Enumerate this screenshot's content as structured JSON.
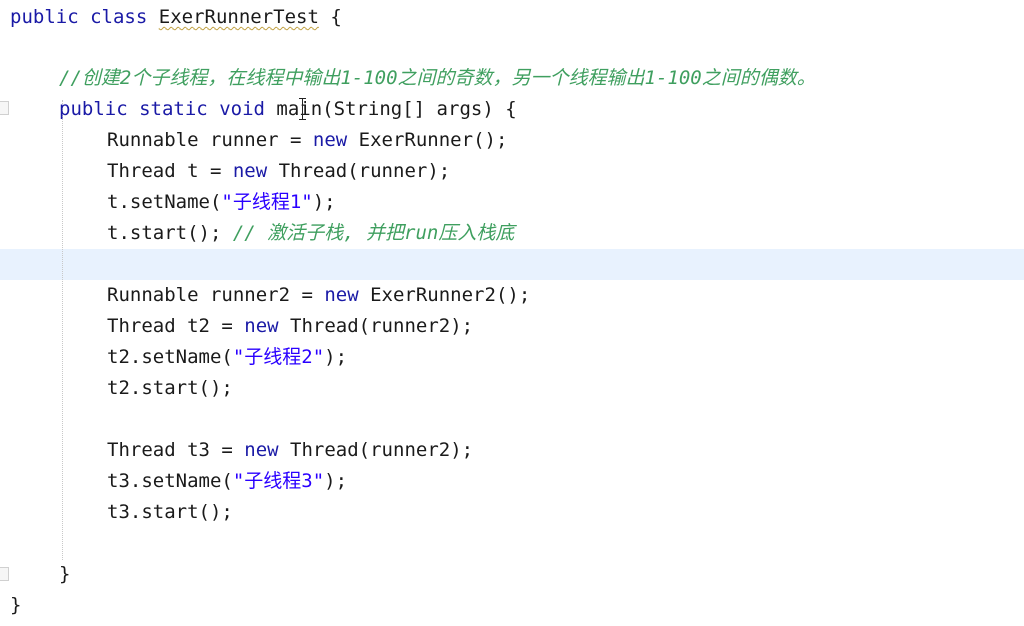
{
  "editor": {
    "lines": {
      "l1": {
        "kw1": "public",
        "kw2": "class",
        "name": "ExerRunnerTest",
        "brace": "{"
      },
      "comment_main": "//创建2个子线程，在线程中输出1-100之间的奇数，另一个线程输出1-100之间的偶数。",
      "main_sig": {
        "kw1": "public",
        "kw2": "static",
        "kw3": "void",
        "name": "main",
        "rest": "(String[] args) {"
      },
      "l4": {
        "a": "Runnable runner = ",
        "kw": "new",
        "b": " ExerRunner();"
      },
      "l5": {
        "a": "Thread t = ",
        "kw": "new",
        "b": " Thread(runner);"
      },
      "l6": {
        "a": "t.setName(",
        "str": "\"子线程1\"",
        "b": ");"
      },
      "l7": {
        "a": "t.start(); ",
        "cm": "// 激活子栈, 并把run压入栈底"
      },
      "l9": {
        "a": "Runnable runner2 = ",
        "kw": "new",
        "b": " ExerRunner2();"
      },
      "l10": {
        "a": "Thread t2 = ",
        "kw": "new",
        "b": " Thread(runner2);"
      },
      "l11": {
        "a": "t2.setName(",
        "str": "\"子线程2\"",
        "b": ");"
      },
      "l12": {
        "a": "t2.start();"
      },
      "l14": {
        "a": "Thread t3 = ",
        "kw": "new",
        "b": " Thread(runner2);"
      },
      "l15": {
        "a": "t3.setName(",
        "str": "\"子线程3\"",
        "b": ");"
      },
      "l16": {
        "a": "t3.start();"
      },
      "l18": {
        "a": "}"
      },
      "l19": {
        "a": "}"
      }
    }
  },
  "colors": {
    "keyword": "#1a1aa6",
    "string": "#2a00ff",
    "comment": "#3f9f5f",
    "current_line": "#e8f2fe"
  },
  "icons": [
    "text-cursor-icon",
    "fold-marker-icon"
  ]
}
